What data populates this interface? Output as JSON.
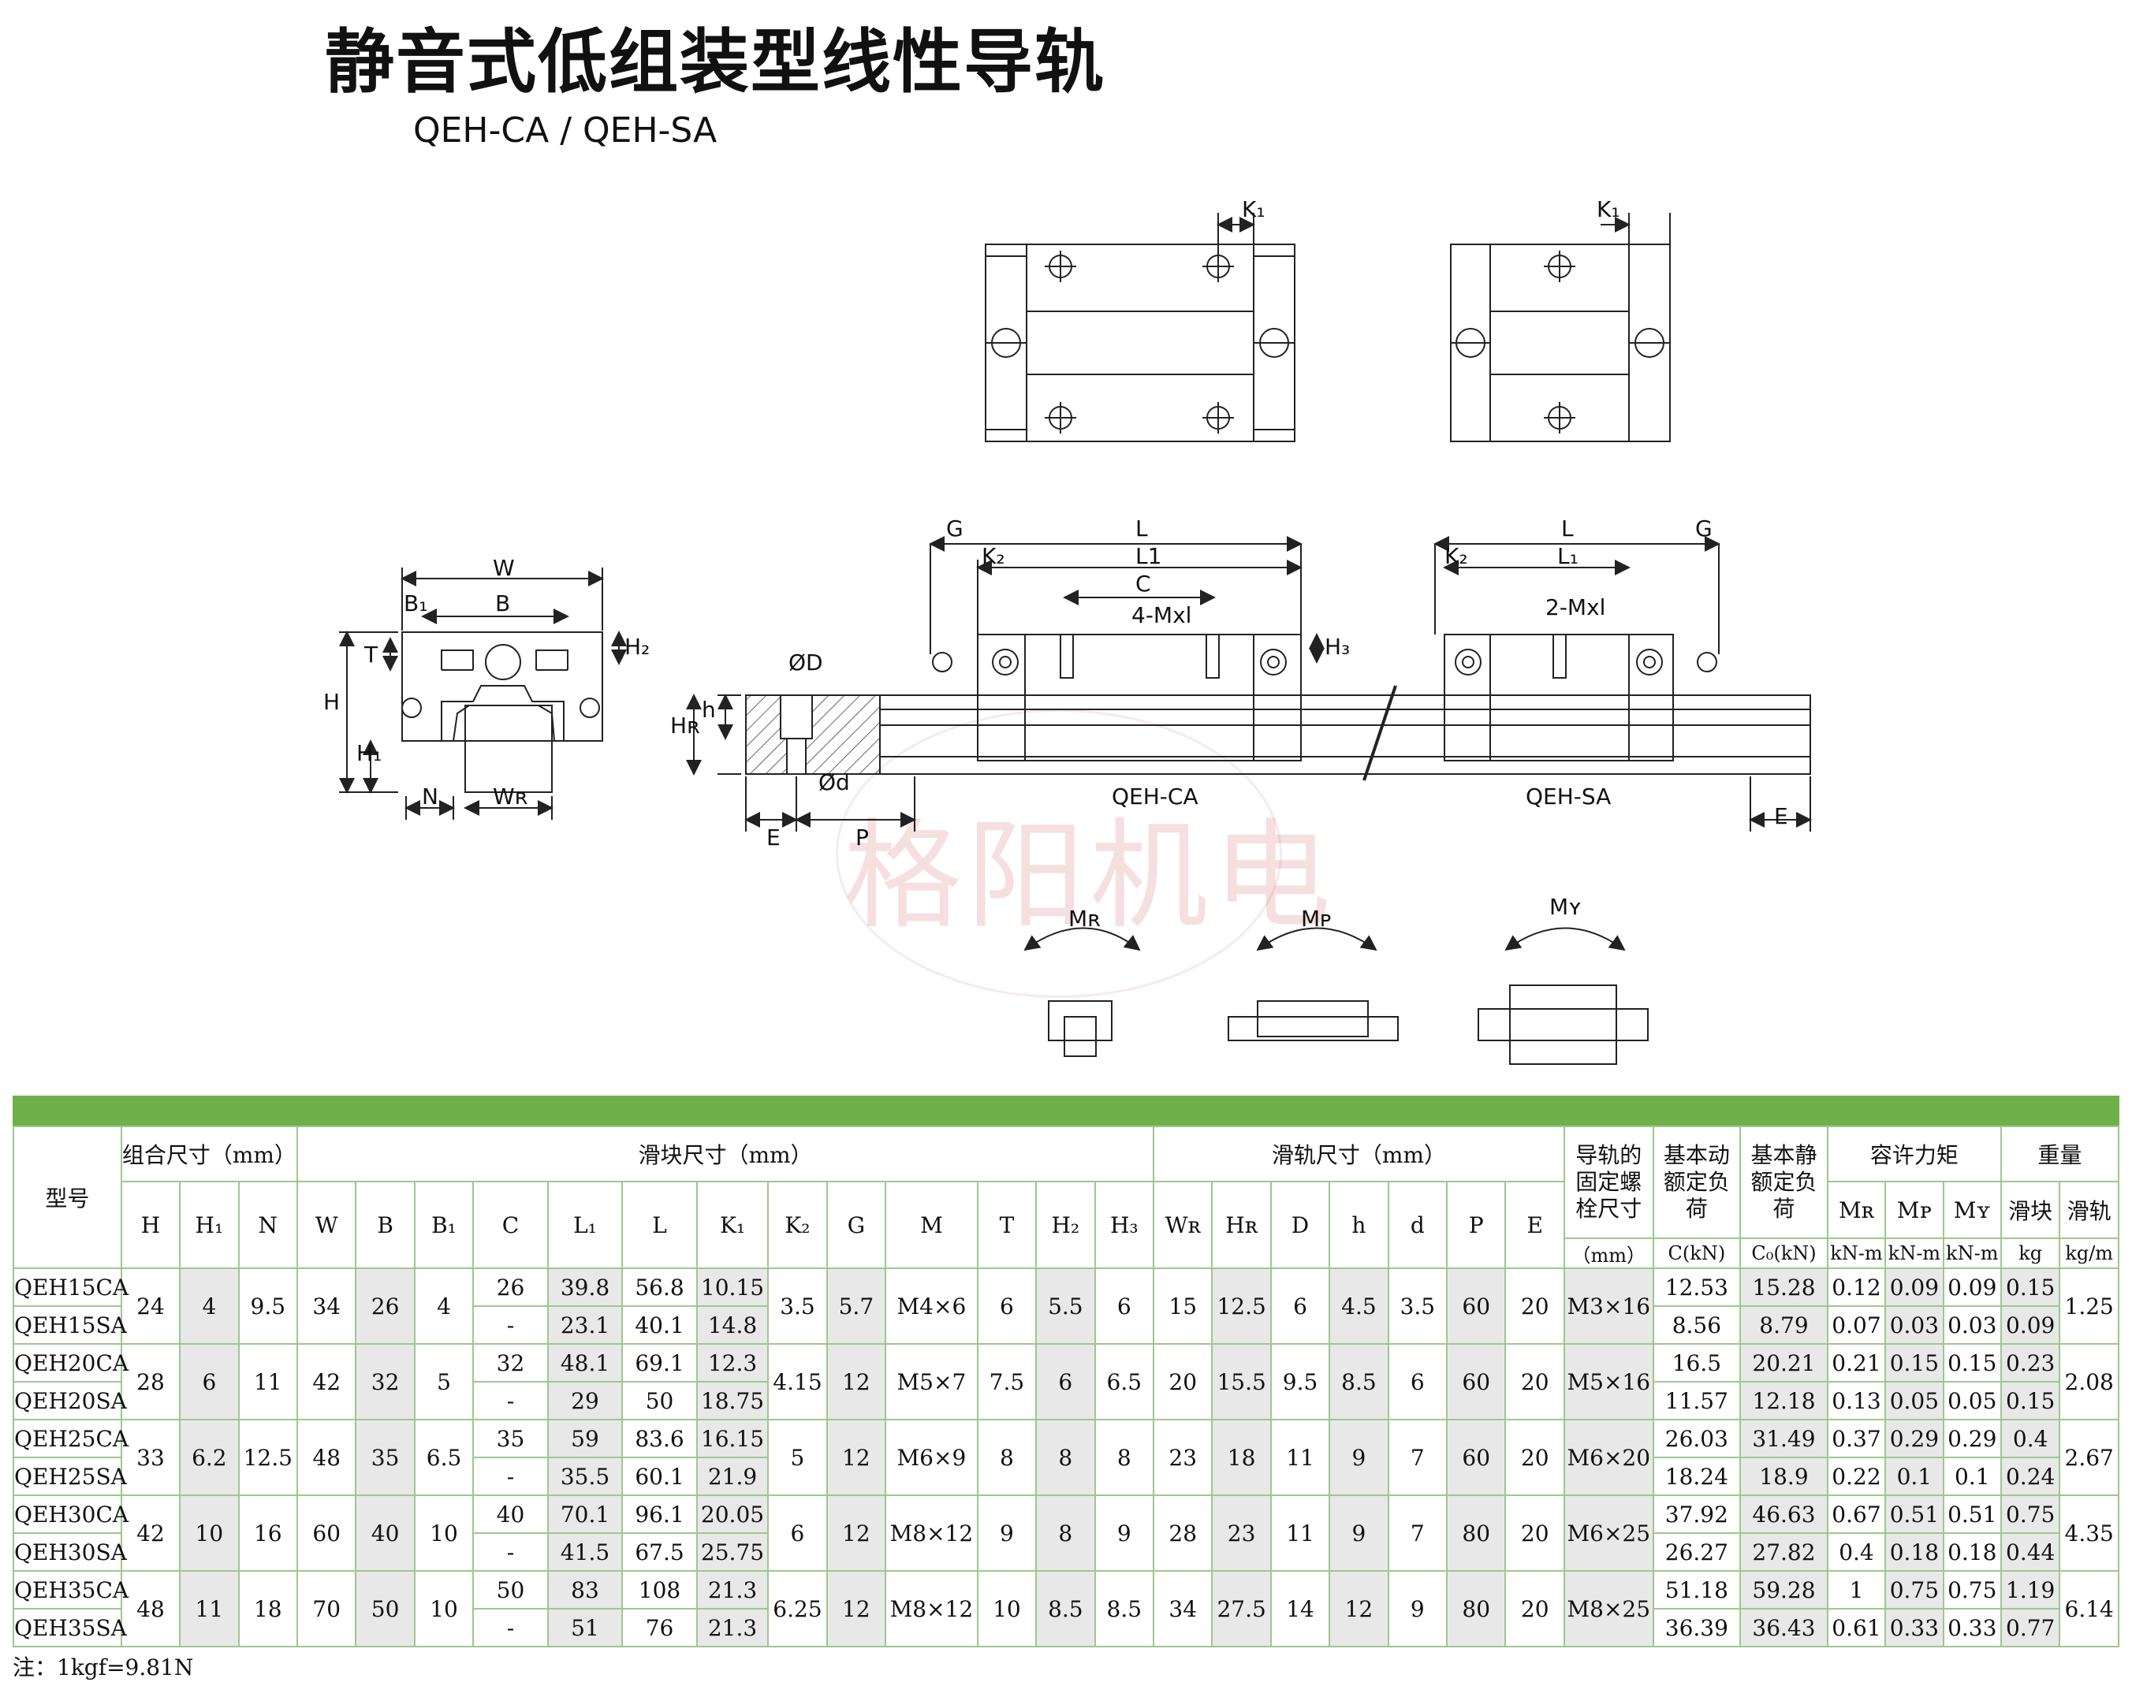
{
  "title": "静音式低组装型线性导轨",
  "subtitle": "QEH-CA / QEH-SA",
  "watermark": "格阳机电",
  "labels": {
    "W": "W",
    "B": "B",
    "B1": "B₁",
    "T": "T",
    "H2": "H₂",
    "H": "H",
    "H1": "H₁",
    "N": "N",
    "WR": "Wʀ",
    "HR": "Hʀ",
    "h": "h",
    "OD": "ØD",
    "Od": "Ød",
    "E": "E",
    "P": "P",
    "G": "G",
    "L": "L",
    "L1": "L1",
    "L1b": "L₁",
    "K1": "K₁",
    "K2": "K₂",
    "C": "C",
    "H3": "H₃",
    "M4": "4-Mxl",
    "M2": "2-Mxl",
    "qehca": "QEH-CA",
    "qehsa": "QEH-SA",
    "MR": "Mʀ",
    "MP": "Mᴘ",
    "MY": "Mʏ"
  },
  "table": {
    "head": {
      "model": "型号",
      "assembly": "组合尺寸（mm）",
      "block": "滑块尺寸（mm）",
      "rail": "滑轨尺寸（mm）",
      "bolt": "导轨的固定螺栓尺寸",
      "dyn": "基本动额定负荷",
      "stat": "基本静额定负荷",
      "moment": "容许力矩",
      "weight": "重量",
      "cols": [
        "H",
        "H₁",
        "N",
        "W",
        "B",
        "B₁",
        "C",
        "L₁",
        "L",
        "K₁",
        "K₂",
        "G",
        "M",
        "T",
        "H₂",
        "H₃",
        "Wʀ",
        "Hʀ",
        "D",
        "h",
        "d",
        "P",
        "E"
      ],
      "bolt_unit": "（mm）",
      "c_unit": "C(kN)",
      "c0_unit": "C₀(kN)",
      "mr": "Mʀ",
      "mp": "Mᴘ",
      "my": "Mʏ",
      "block_w": "滑块",
      "rail_w": "滑轨",
      "knm": "kN-m",
      "kg": "kg",
      "kgm": "kg/m"
    },
    "groups": [
      {
        "shared": {
          "H": "24",
          "H1": "4",
          "N": "9.5",
          "W": "34",
          "B": "26",
          "B1": "4",
          "K2": "3.5",
          "G": "5.7",
          "M": "M4×6",
          "T": "6",
          "H2": "5.5",
          "H3": "6",
          "WR": "15",
          "HR": "12.5",
          "D": "6",
          "h": "4.5",
          "d": "3.5",
          "P": "60",
          "E": "20",
          "bolt": "M3×16",
          "rail_kg": "1.25"
        },
        "rows": [
          {
            "model": "QEH15CA",
            "C": "26",
            "L1": "39.8",
            "L": "56.8",
            "K1": "10.15",
            "dyn": "12.53",
            "stat": "15.28",
            "MR": "0.12",
            "MP": "0.09",
            "MY": "0.09",
            "kg": "0.15"
          },
          {
            "model": "QEH15SA",
            "C": "-",
            "L1": "23.1",
            "L": "40.1",
            "K1": "14.8",
            "dyn": "8.56",
            "stat": "8.79",
            "MR": "0.07",
            "MP": "0.03",
            "MY": "0.03",
            "kg": "0.09"
          }
        ]
      },
      {
        "shared": {
          "H": "28",
          "H1": "6",
          "N": "11",
          "W": "42",
          "B": "32",
          "B1": "5",
          "K2": "4.15",
          "G": "12",
          "M": "M5×7",
          "T": "7.5",
          "H2": "6",
          "H3": "6.5",
          "WR": "20",
          "HR": "15.5",
          "D": "9.5",
          "h": "8.5",
          "d": "6",
          "P": "60",
          "E": "20",
          "bolt": "M5×16",
          "rail_kg": "2.08"
        },
        "rows": [
          {
            "model": "QEH20CA",
            "C": "32",
            "L1": "48.1",
            "L": "69.1",
            "K1": "12.3",
            "dyn": "16.5",
            "stat": "20.21",
            "MR": "0.21",
            "MP": "0.15",
            "MY": "0.15",
            "kg": "0.23"
          },
          {
            "model": "QEH20SA",
            "C": "-",
            "L1": "29",
            "L": "50",
            "K1": "18.75",
            "dyn": "11.57",
            "stat": "12.18",
            "MR": "0.13",
            "MP": "0.05",
            "MY": "0.05",
            "kg": "0.15"
          }
        ]
      },
      {
        "shared": {
          "H": "33",
          "H1": "6.2",
          "N": "12.5",
          "W": "48",
          "B": "35",
          "B1": "6.5",
          "K2": "5",
          "G": "12",
          "M": "M6×9",
          "T": "8",
          "H2": "8",
          "H3": "8",
          "WR": "23",
          "HR": "18",
          "D": "11",
          "h": "9",
          "d": "7",
          "P": "60",
          "E": "20",
          "bolt": "M6×20",
          "rail_kg": "2.67"
        },
        "rows": [
          {
            "model": "QEH25CA",
            "C": "35",
            "L1": "59",
            "L": "83.6",
            "K1": "16.15",
            "dyn": "26.03",
            "stat": "31.49",
            "MR": "0.37",
            "MP": "0.29",
            "MY": "0.29",
            "kg": "0.4"
          },
          {
            "model": "QEH25SA",
            "C": "-",
            "L1": "35.5",
            "L": "60.1",
            "K1": "21.9",
            "dyn": "18.24",
            "stat": "18.9",
            "MR": "0.22",
            "MP": "0.1",
            "MY": "0.1",
            "kg": "0.24"
          }
        ]
      },
      {
        "shared": {
          "H": "42",
          "H1": "10",
          "N": "16",
          "W": "60",
          "B": "40",
          "B1": "10",
          "K2": "6",
          "G": "12",
          "M": "M8×12",
          "T": "9",
          "H2": "8",
          "H3": "9",
          "WR": "28",
          "HR": "23",
          "D": "11",
          "h": "9",
          "d": "7",
          "P": "80",
          "E": "20",
          "bolt": "M6×25",
          "rail_kg": "4.35"
        },
        "rows": [
          {
            "model": "QEH30CA",
            "C": "40",
            "L1": "70.1",
            "L": "96.1",
            "K1": "20.05",
            "dyn": "37.92",
            "stat": "46.63",
            "MR": "0.67",
            "MP": "0.51",
            "MY": "0.51",
            "kg": "0.75"
          },
          {
            "model": "QEH30SA",
            "C": "-",
            "L1": "41.5",
            "L": "67.5",
            "K1": "25.75",
            "dyn": "26.27",
            "stat": "27.82",
            "MR": "0.4",
            "MP": "0.18",
            "MY": "0.18",
            "kg": "0.44"
          }
        ]
      },
      {
        "shared": {
          "H": "48",
          "H1": "11",
          "N": "18",
          "W": "70",
          "B": "50",
          "B1": "10",
          "K2": "6.25",
          "G": "12",
          "M": "M8×12",
          "T": "10",
          "H2": "8.5",
          "H3": "8.5",
          "WR": "34",
          "HR": "27.5",
          "D": "14",
          "h": "12",
          "d": "9",
          "P": "80",
          "E": "20",
          "bolt": "M8×25",
          "rail_kg": "6.14"
        },
        "rows": [
          {
            "model": "QEH35CA",
            "C": "50",
            "L1": "83",
            "L": "108",
            "K1": "21.3",
            "dyn": "51.18",
            "stat": "59.28",
            "MR": "1",
            "MP": "0.75",
            "MY": "0.75",
            "kg": "1.19"
          },
          {
            "model": "QEH35SA",
            "C": "-",
            "L1": "51",
            "L": "76",
            "K1": "21.3",
            "dyn": "36.39",
            "stat": "36.43",
            "MR": "0.61",
            "MP": "0.33",
            "MY": "0.33",
            "kg": "0.77"
          }
        ]
      }
    ]
  },
  "note": "注：1kgf=9.81N"
}
